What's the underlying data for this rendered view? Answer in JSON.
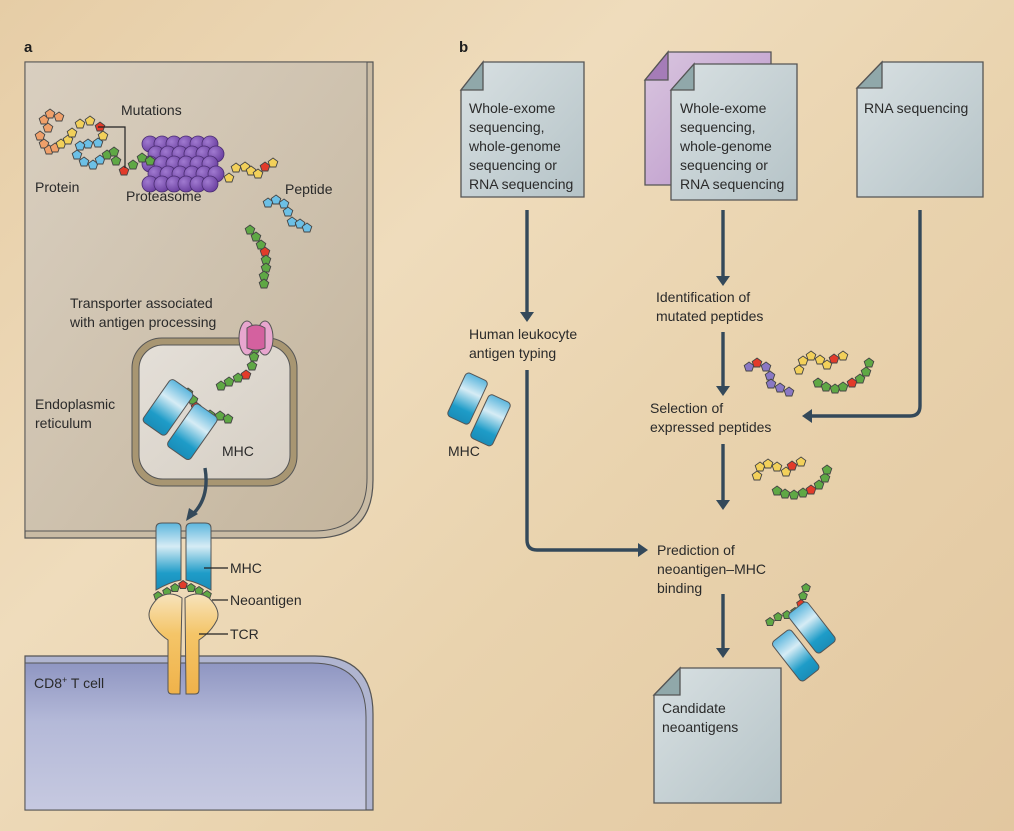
{
  "panel_a": {
    "letter": "a",
    "labels": {
      "mutations": "Mutations",
      "protein": "Protein",
      "proteasome": "Proteasome",
      "peptide": "Peptide",
      "tap_line1": "Transporter associated",
      "tap_line2": "with antigen processing",
      "er_line1": "Endoplasmic",
      "er_line2": "reticulum",
      "mhc_er": "MHC",
      "mhc_surface": "MHC",
      "neoantigen": "Neoantigen",
      "tcr": "TCR",
      "tcell": "CD8",
      "tcell_sup": "+",
      "tcell_rest": " T cell"
    }
  },
  "panel_b": {
    "letter": "b",
    "doc_left": [
      "Whole-exome",
      "sequencing,",
      "whole-genome",
      "sequencing or",
      "RNA sequencing"
    ],
    "doc_middle": [
      "Whole-exome",
      "sequencing,",
      "whole-genome",
      "sequencing or",
      "RNA sequencing"
    ],
    "doc_right": [
      "RNA sequencing"
    ],
    "hla_typing": [
      "Human leukocyte",
      "antigen typing"
    ],
    "mhc_label": "MHC",
    "identification": [
      "Identification of",
      "mutated peptides"
    ],
    "selection": [
      "Selection of",
      "expressed peptides"
    ],
    "prediction": [
      "Prediction of",
      "neoantigen–MHC",
      "binding"
    ],
    "candidate": [
      "Candidate",
      "neoantigens"
    ]
  },
  "colors": {
    "arrow": "#34495a",
    "mhc_blue": "#1e9cc8",
    "tcr_orange": "#f0b24a",
    "proteasome_purple": "#7b4fb0",
    "mutation_red": "#e23b2a",
    "peptide_green": "#5fa845",
    "peptide_yellow": "#f2d05a",
    "peptide_blue": "#6cc0e6",
    "peptide_orange": "#f0a06a",
    "tap_pink": "#e07ab8",
    "doc_purple": "#c8a8d8"
  }
}
